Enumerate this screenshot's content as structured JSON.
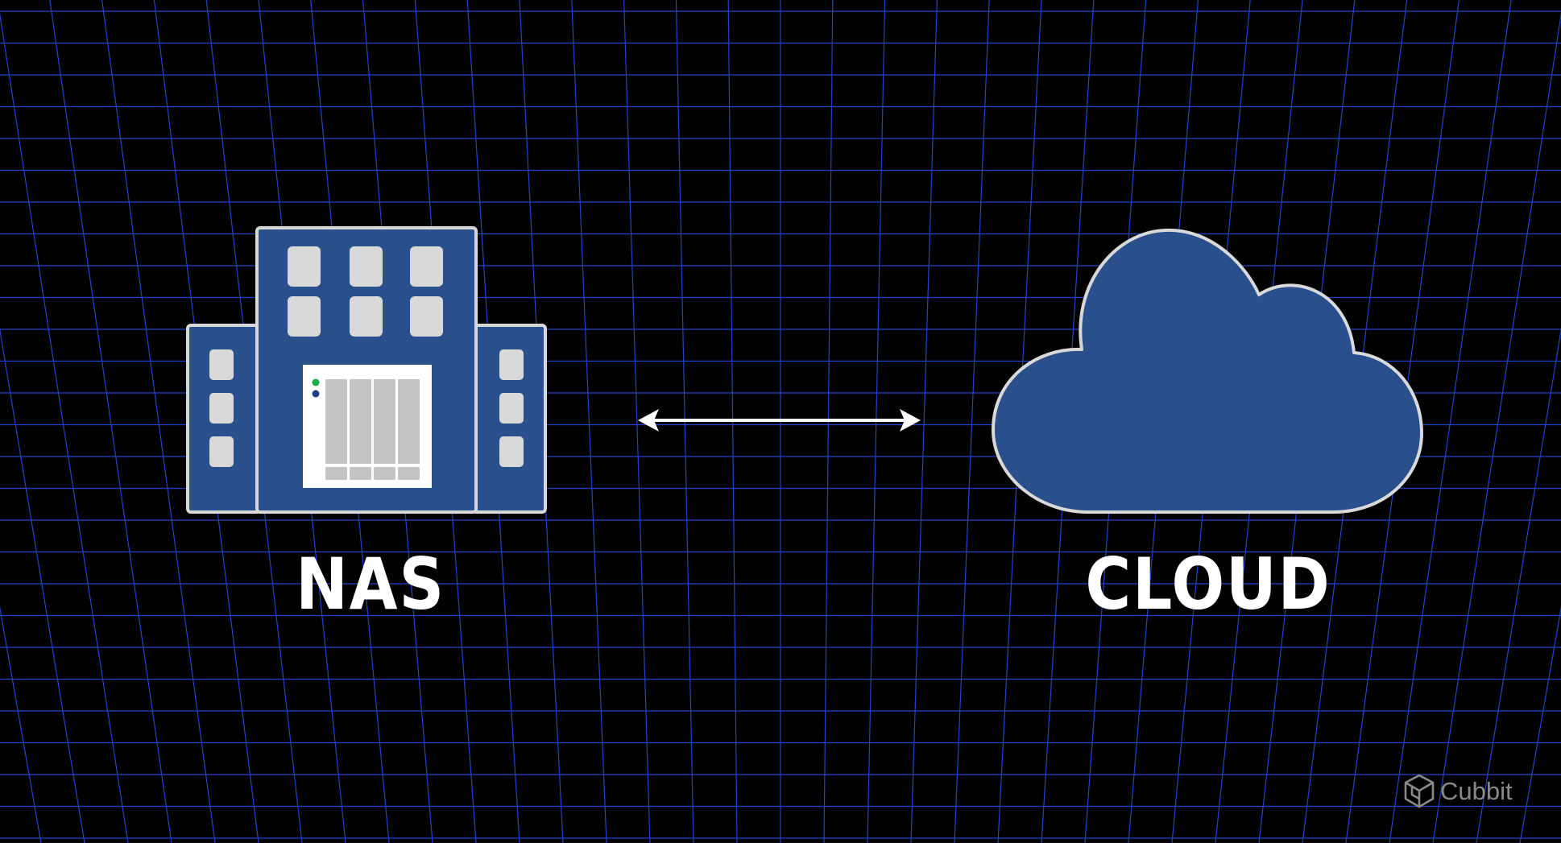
{
  "labels": {
    "nas": "NAS",
    "cloud": "CLOUD"
  },
  "brand": {
    "name": "Cubbit",
    "icon": "cube-logo-icon"
  },
  "icons": {
    "nas": "nas-building-icon",
    "cloud": "cloud-icon",
    "connector": "bidirectional-arrow-icon"
  },
  "colors": {
    "background": "#000000",
    "grid": "#2244cc",
    "icon_fill": "#2a4f8d",
    "icon_stroke": "#d9d9d9",
    "label": "#ffffff"
  }
}
